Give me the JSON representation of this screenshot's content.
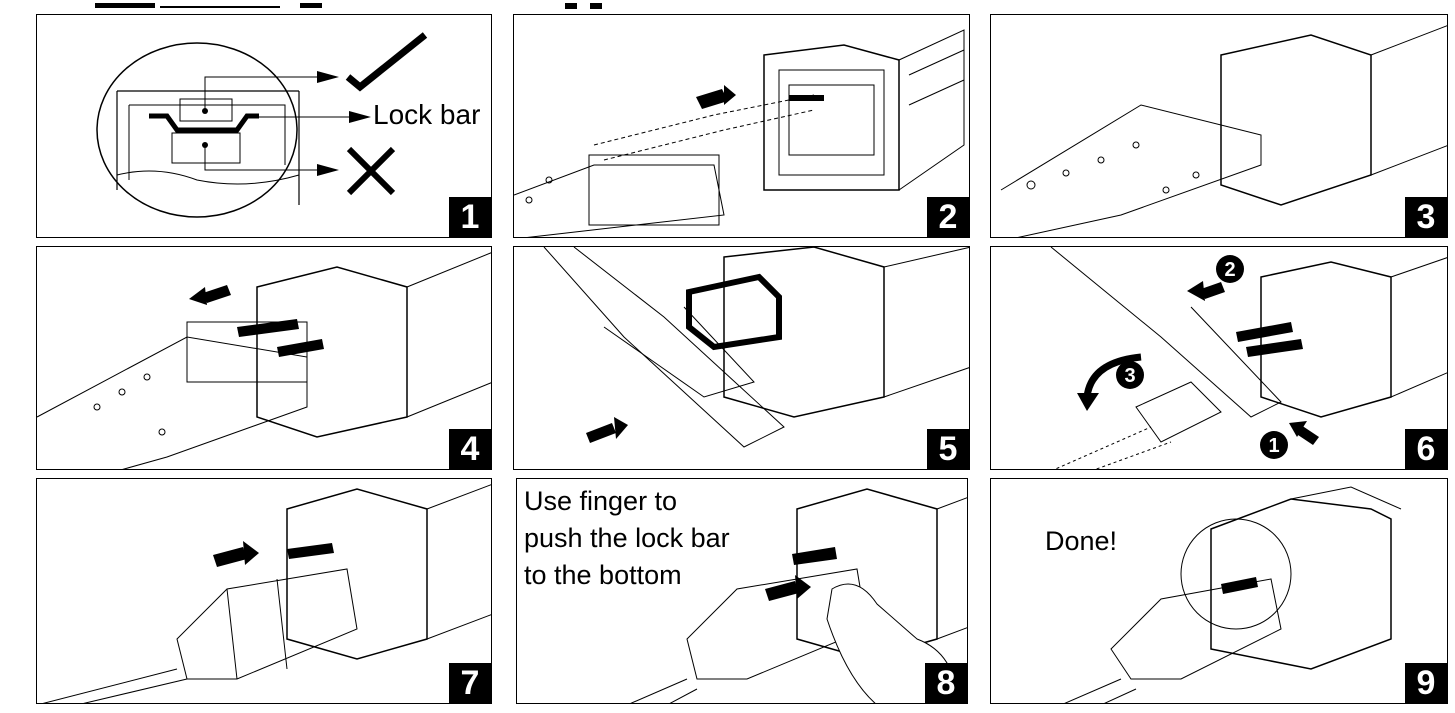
{
  "panels": [
    {
      "number": "1",
      "lock_bar_label": "Lock bar"
    },
    {
      "number": "2"
    },
    {
      "number": "3"
    },
    {
      "number": "4"
    },
    {
      "number": "5"
    },
    {
      "number": "6",
      "step_markers": [
        "1",
        "2",
        "3"
      ]
    },
    {
      "number": "7"
    },
    {
      "number": "8",
      "instruction_lines": [
        "Use finger to",
        "push the lock bar",
        "to the bottom"
      ]
    },
    {
      "number": "9",
      "status_text": "Done!"
    }
  ]
}
